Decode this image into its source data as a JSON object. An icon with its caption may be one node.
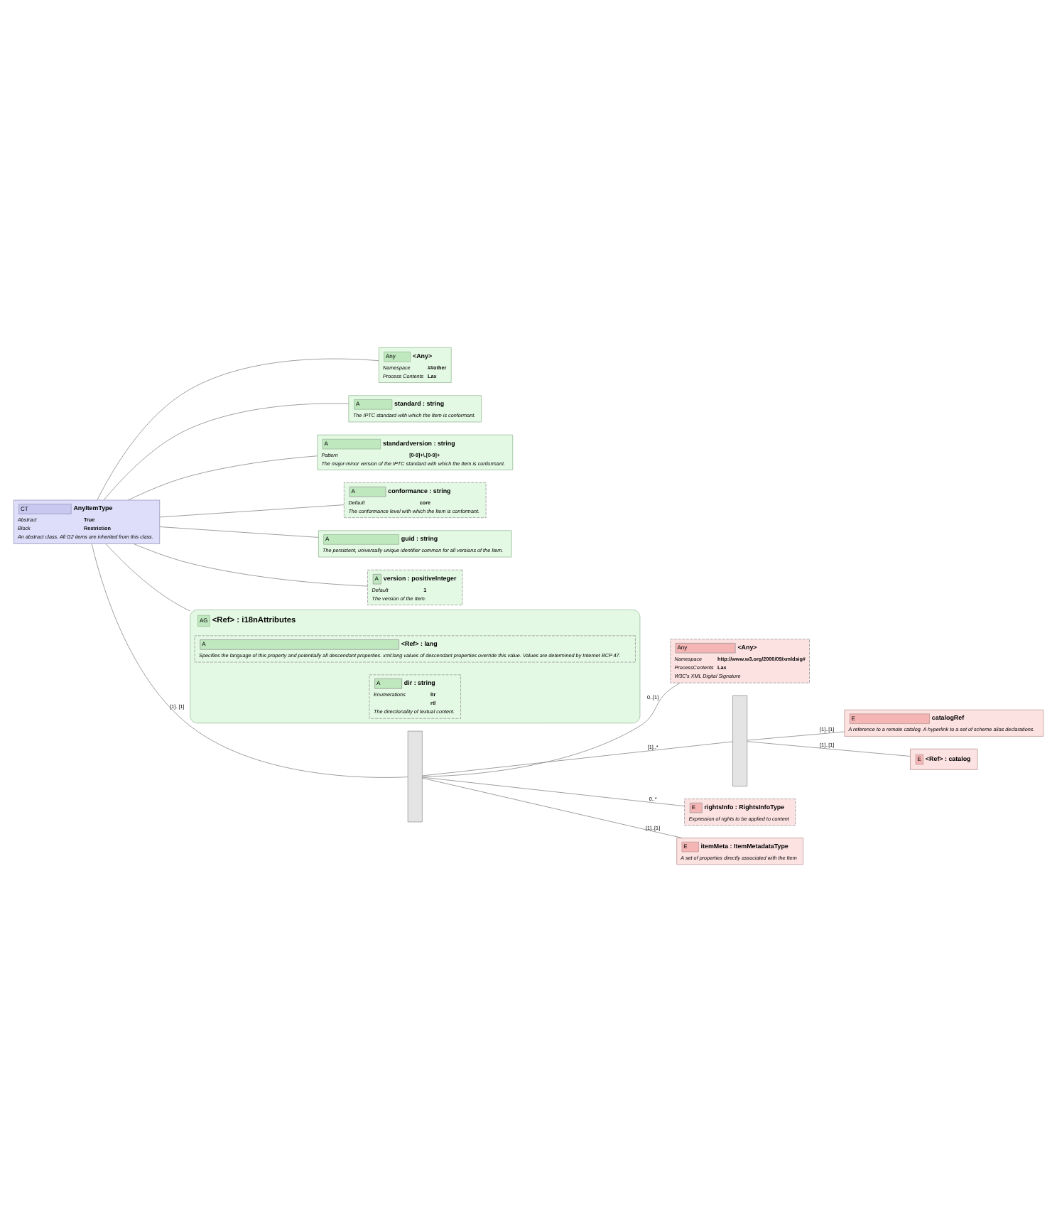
{
  "diagram": {
    "nodes": [
      {
        "text": [
          "CT",
          "AnyItemType",
          "Abstract",
          "True",
          "Block",
          "Restriction",
          "An abstract class. All G2 items are inherited from this class."
        ]
      },
      {
        "text": [
          "Any",
          "<Any>",
          "Namespace",
          "##other",
          "Process Contents",
          "Lax"
        ]
      },
      {
        "text": [
          "A",
          "standard : string",
          "The IPTC standard with which the Item is conformant."
        ]
      },
      {
        "text": [
          "A",
          "standardversion : string",
          "Pattern",
          "[0-9]+\\.[0-9]+",
          "The major-minor version of the IPTC standard with which the Item is conformant."
        ]
      },
      {
        "text": [
          "A",
          "conformance : string",
          "Default",
          "core",
          "The conformance level with which the Item is conformant."
        ]
      },
      {
        "text": [
          "A",
          "guid : string",
          "The persistent, universally unique identifier common for all versions of the Item."
        ]
      },
      {
        "text": [
          "A",
          "version : positiveInteger",
          "Default",
          "1",
          "The version of the Item."
        ]
      },
      {
        "text": [
          "AG",
          "<Ref> : i18nAttributes"
        ]
      },
      {
        "text": [
          "A",
          "<Ref> : lang",
          "Specifies the language of this property and potentially all descendant properties. xml:lang values of descendant properties override this value. Values are determined by Internet BCP 47."
        ],
        "in": 7
      },
      {
        "text": [
          "A",
          "dir : string",
          "Enumerations",
          "ltr",
          "rtl",
          "The directionality of textual content."
        ],
        "in": 7
      },
      {
        "text": [],
        "shape": "box"
      },
      {
        "text": [
          "Any",
          "<Any>",
          "Namespace",
          "http://www.w3.org/2000/09/xmldsig#",
          "ProcessContents",
          "Lax",
          "W3C's XML Digital Signature"
        ]
      },
      {
        "text": [],
        "shape": "box"
      },
      {
        "text": [
          "E",
          "catalogRef",
          "A reference to a remote catalog. A hyperlink to a set of scheme alias declarations."
        ]
      },
      {
        "text": [
          "E",
          "<Ref> : catalog"
        ]
      },
      {
        "text": [
          "E",
          "rightsInfo : RightsInfoType",
          "Expression of rights to be applied to content"
        ]
      },
      {
        "text": [
          "E",
          "itemMeta : ItemMetadataType",
          "A set of properties directly associated with the Item"
        ]
      }
    ],
    "edges": [
      {
        "from": 0,
        "to": 1,
        "arrow": "none"
      },
      {
        "from": 0,
        "to": 2,
        "arrow": "none"
      },
      {
        "from": 0,
        "to": 3,
        "arrow": "none"
      },
      {
        "from": 0,
        "to": 4,
        "arrow": "none"
      },
      {
        "from": 0,
        "to": 5,
        "arrow": "none"
      },
      {
        "from": 0,
        "to": 6,
        "arrow": "none"
      },
      {
        "from": 0,
        "to": 7,
        "arrow": "none"
      },
      {
        "from": 0,
        "to": 10,
        "label": "[1]..[1]",
        "arrow": "none"
      },
      {
        "from": 10,
        "to": 11,
        "label": "0..[1]",
        "arrow": "none"
      },
      {
        "from": 10,
        "to": 12,
        "label": "[1]..*",
        "arrow": "none"
      },
      {
        "from": 12,
        "to": 13,
        "label": "[1]..[1]",
        "arrow": "none"
      },
      {
        "from": 12,
        "to": 14,
        "label": "[1]..[1]",
        "arrow": "none"
      },
      {
        "from": 10,
        "to": 15,
        "label": "0..*",
        "arrow": "none"
      },
      {
        "from": 10,
        "to": 16,
        "label": "[1]..[1]",
        "arrow": "none"
      }
    ]
  }
}
